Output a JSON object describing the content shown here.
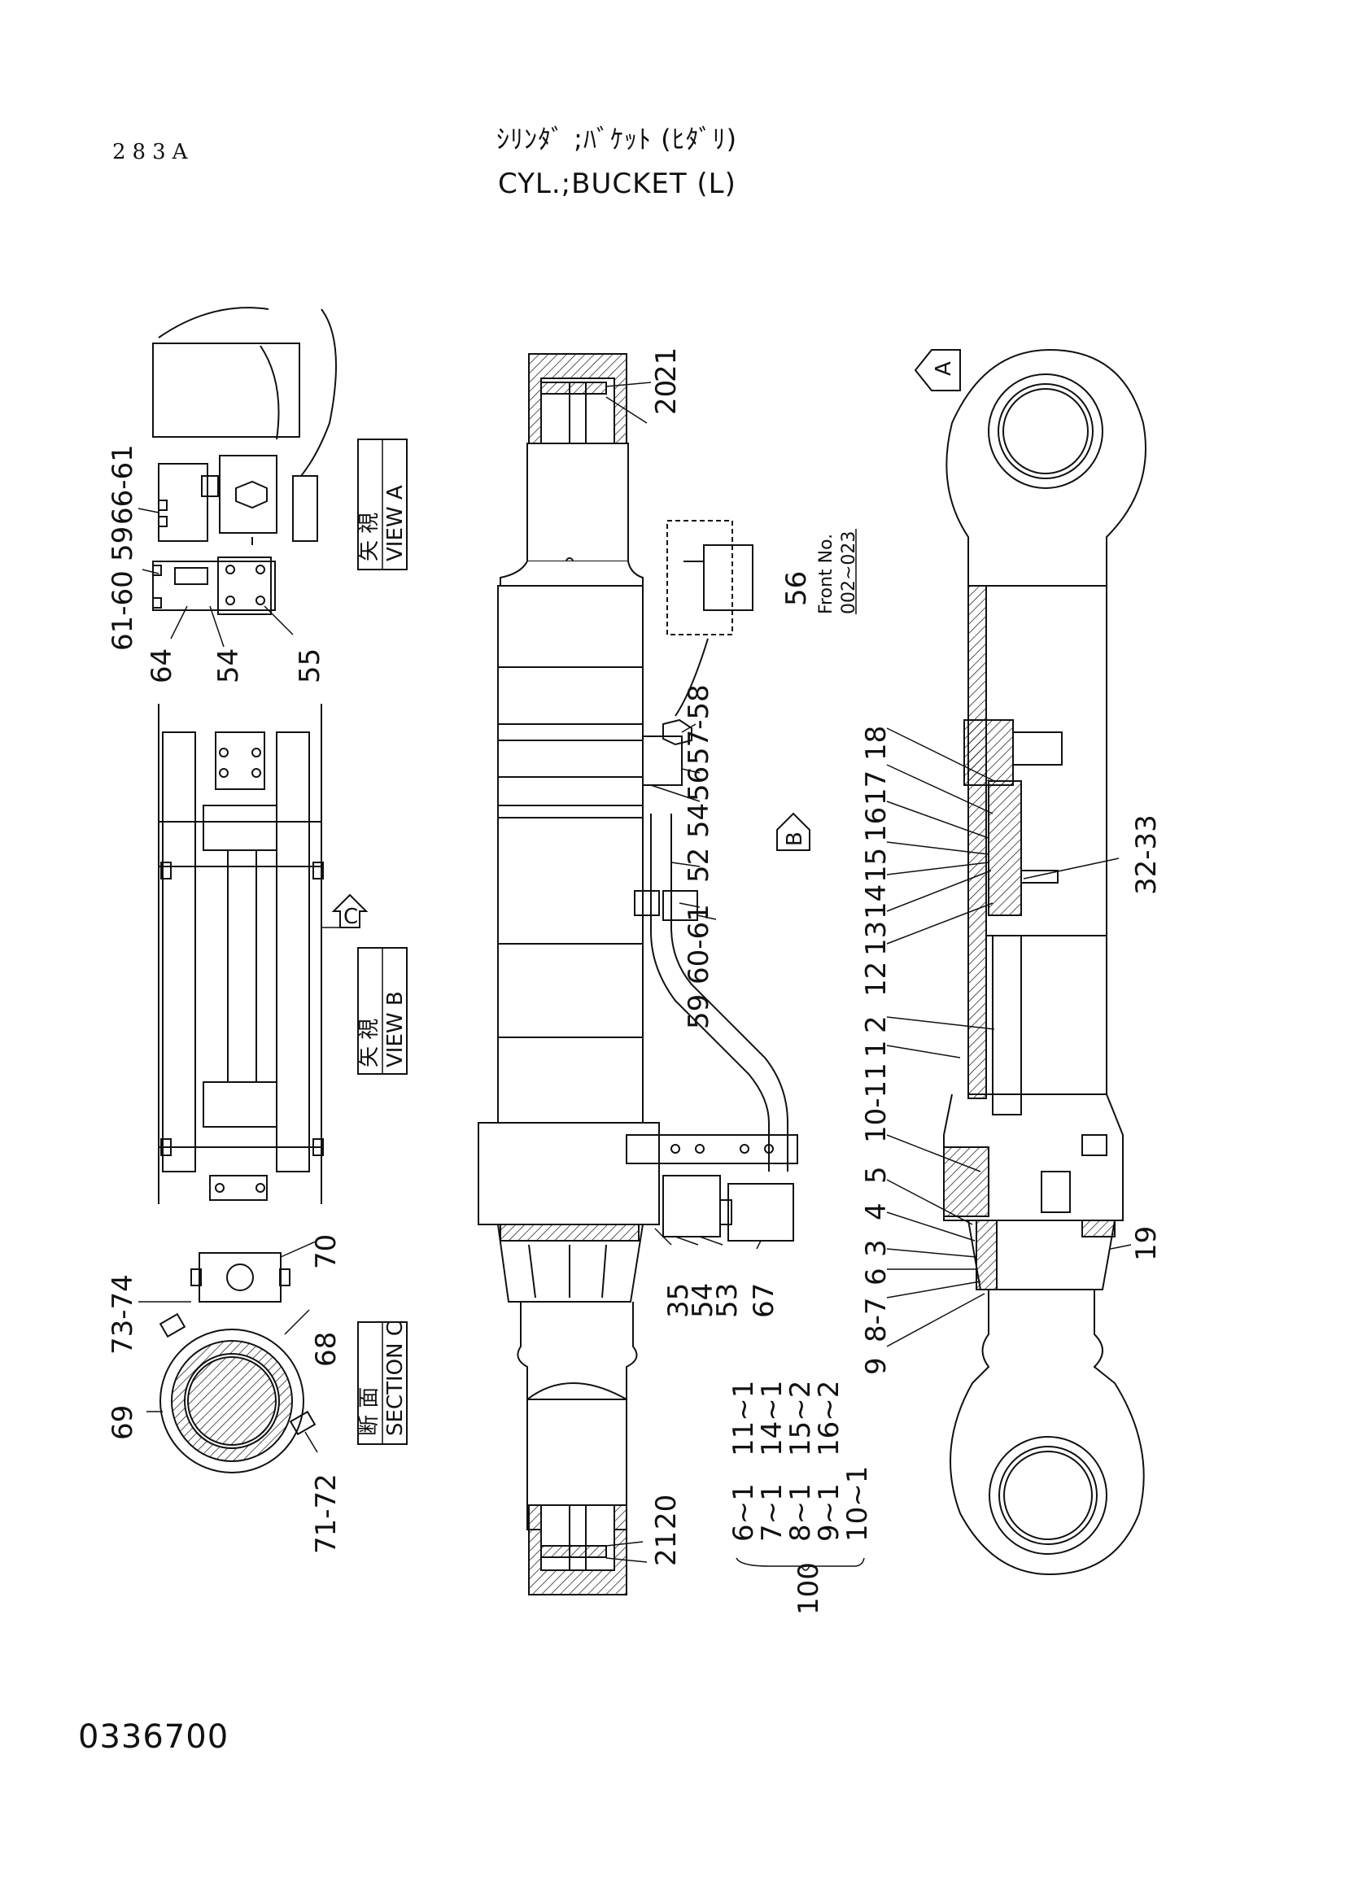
{
  "header": {
    "page_code": "283A",
    "title_jp": "ｼﾘﾝﾀﾞ ;ﾊﾞｹｯﾄ (ﾋﾀﾞﾘ)",
    "title_en": "CYL.;BUCKET (L)"
  },
  "footer": {
    "drawing_number": "0336700"
  },
  "views": {
    "view_a": {
      "jp": "矢 視",
      "en": "VIEW A"
    },
    "view_b": {
      "jp": "矢 視",
      "en": "VIEW B"
    },
    "section_c": {
      "jp": "断 面",
      "en": "SECTION C"
    },
    "arrow_a": "A",
    "arrow_b": "B",
    "arrow_c": "C"
  },
  "detail_note": {
    "part": "56",
    "line1": "Front No.",
    "line2": "002~023"
  },
  "callouts": {
    "view_a": [
      "61-60",
      "59",
      "66-61",
      "64",
      "54",
      "55"
    ],
    "section_c": [
      "73-74",
      "68",
      "70",
      "69",
      "71-72"
    ],
    "middle_upper": [
      "20",
      "21"
    ],
    "middle_lower": [
      "21",
      "20"
    ],
    "middle_valve": [
      "57-58",
      "56",
      "54",
      "52",
      "60-61",
      "59"
    ],
    "middle_bottom": [
      "35",
      "54",
      "53",
      "67"
    ],
    "right": [
      "18",
      "17",
      "16",
      "15",
      "14",
      "13",
      "12",
      "32-33",
      "2",
      "1",
      "10-11",
      "5",
      "4",
      "3",
      "6",
      "8-7",
      "9",
      "19"
    ]
  },
  "kit": {
    "number": "100",
    "col1": [
      "6~1",
      "7~1",
      "8~1",
      "9~1",
      "10~1"
    ],
    "col2": [
      "11~1",
      "14~1",
      "15~2",
      "16~2"
    ]
  }
}
